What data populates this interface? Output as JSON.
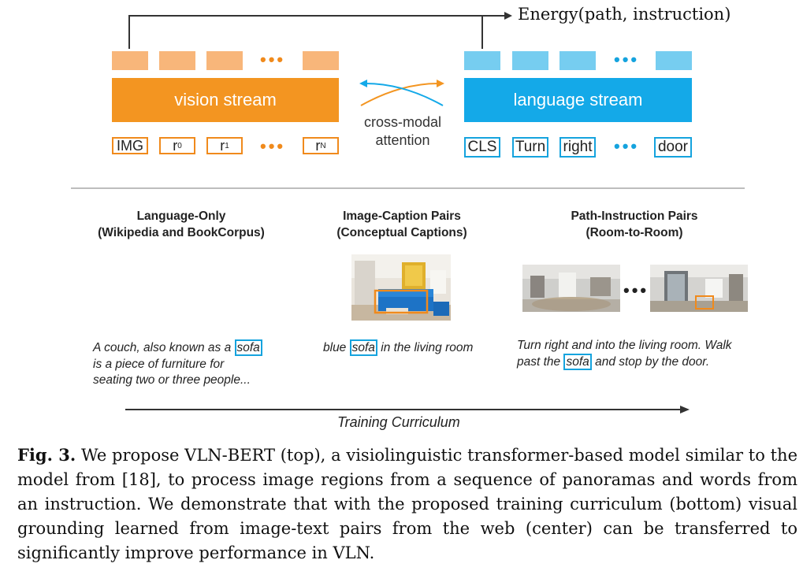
{
  "architecture": {
    "energy_label": "Energy(path, instruction)",
    "vision_stream_label": "vision stream",
    "language_stream_label": "language stream",
    "cross_modal_line1": "cross-modal",
    "cross_modal_line2": "attention",
    "vision_inputs": [
      "IMG",
      "r",
      "r",
      "r"
    ],
    "vision_superscripts": [
      "0",
      "1",
      "N"
    ],
    "language_inputs": [
      "CLS",
      "Turn",
      "right",
      "door"
    ],
    "ellipsis": "•••"
  },
  "curriculum": {
    "columns": [
      {
        "title_line1": "Language-Only",
        "title_line2": "(Wikipedia and BookCorpus)"
      },
      {
        "title_line1": "Image-Caption Pairs",
        "title_line2": "(Conceptual Captions)"
      },
      {
        "title_line1": "Path-Instruction Pairs",
        "title_line2": "(Room-to-Room)"
      }
    ],
    "example1": {
      "pre": "A couch, also known as a ",
      "highlight": "sofa",
      "line2": "is a piece of furniture for",
      "line3": "seating two or three people..."
    },
    "example2": {
      "pre": "blue ",
      "highlight": "sofa",
      "post": " in the living room"
    },
    "example3": {
      "line1": "Turn right and into the living room. Walk",
      "pre": "past the ",
      "highlight": "sofa",
      "post": " and stop by the door."
    },
    "axis_label": "Training Curriculum",
    "panorama_separator": "•••"
  },
  "caption": {
    "label": "Fig. 3.",
    "text": "We propose VLN-BERT (top), a visiolinguistic transformer-based model similar to the model from [18], to process image regions from a sequence of panoramas and words from an instruction. We demonstrate that with the proposed training curriculum (bottom) visual grounding learned from image-text pairs from the web (center) can be transferred to significantly improve performance in VLN."
  },
  "colors": {
    "vision_orange": "#f39521",
    "vision_token": "#f8b67a",
    "language_blue": "#14a9e8",
    "language_token": "#76cdf0"
  }
}
